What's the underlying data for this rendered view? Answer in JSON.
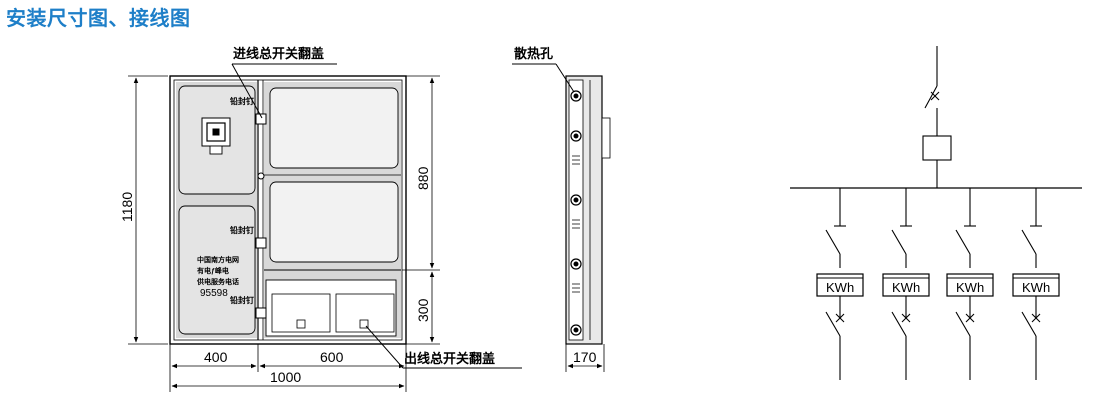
{
  "title": "安装尺寸图、接线图",
  "front_view": {
    "callout_top": "进线总开关翻盖",
    "callout_bottom": "出线总开关翻盖",
    "seal_nail_label": "铅封钉",
    "info_lines": [
      "中国南方电网",
      "有电ƒ峰电",
      "供电服务电话",
      "95598"
    ],
    "dim_height_total": "1180",
    "dim_height_upper": "880",
    "dim_height_lower": "300",
    "dim_width_left": "400",
    "dim_width_right": "600",
    "dim_width_total": "1000"
  },
  "side_view": {
    "callout": "散热孔",
    "dim_depth": "170"
  },
  "wiring": {
    "meter_labels": [
      "KWh",
      "KWh",
      "KWh",
      "KWh"
    ]
  }
}
